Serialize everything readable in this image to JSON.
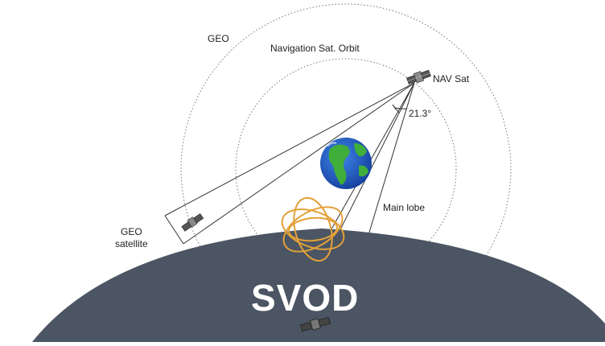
{
  "labels": {
    "geo": "GEO",
    "nav_orbit": "Navigation Sat. Orbit",
    "nav_sat": "NAV Sat",
    "angle": "21.3°",
    "main_lobe": "Main lobe",
    "geo_satellite_line1": "GEO",
    "geo_satellite_line2": "satellite",
    "svod": "SVOD"
  },
  "colors": {
    "svod_body": "#4b5563",
    "orbit_line": "#777777",
    "beam_line": "#333333",
    "ocean": "#1f56c2",
    "land": "#3fae3a",
    "atom_rings": "#e3a13a"
  },
  "icons": [
    "nav-satellite-icon",
    "geo-satellite-icon",
    "earth-icon",
    "atom-orbits-icon",
    "svod-satellite-icon"
  ]
}
